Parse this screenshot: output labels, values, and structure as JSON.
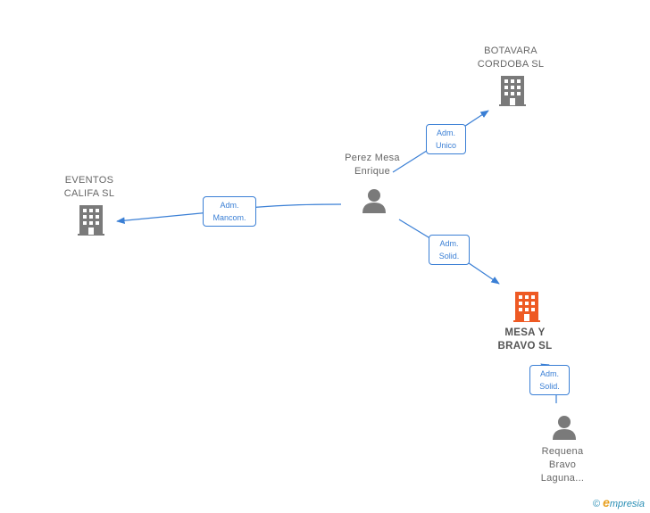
{
  "colors": {
    "edge": "#3a7fd5",
    "node_gray": "#7a7a7a",
    "node_highlight": "#ee5a24"
  },
  "nodes": {
    "perez": {
      "line1": "Perez Mesa",
      "line2": "Enrique",
      "icon": "person-icon"
    },
    "botavara": {
      "line1": "BOTAVARA",
      "line2": "CORDOBA  SL",
      "icon": "building-icon"
    },
    "eventos": {
      "line1": "EVENTOS",
      "line2": "CALIFA  SL",
      "icon": "building-icon"
    },
    "mesa": {
      "line1": "MESA  Y",
      "line2": "BRAVO  SL",
      "icon": "building-icon"
    },
    "requena": {
      "line1": "Requena",
      "line2": "Bravo",
      "line3": "Laguna...",
      "icon": "person-icon"
    }
  },
  "edges": {
    "to_botavara": {
      "line1": "Adm.",
      "line2": "Unico"
    },
    "to_eventos": {
      "line1": "Adm.",
      "line2": "Mancom."
    },
    "to_mesa": {
      "line1": "Adm.",
      "line2": "Solid."
    },
    "requena_to_mesa": {
      "line1": "Adm.",
      "line2": "Solid."
    }
  },
  "brand": {
    "copyright": "©",
    "initial": "e",
    "name": "mpresia"
  }
}
